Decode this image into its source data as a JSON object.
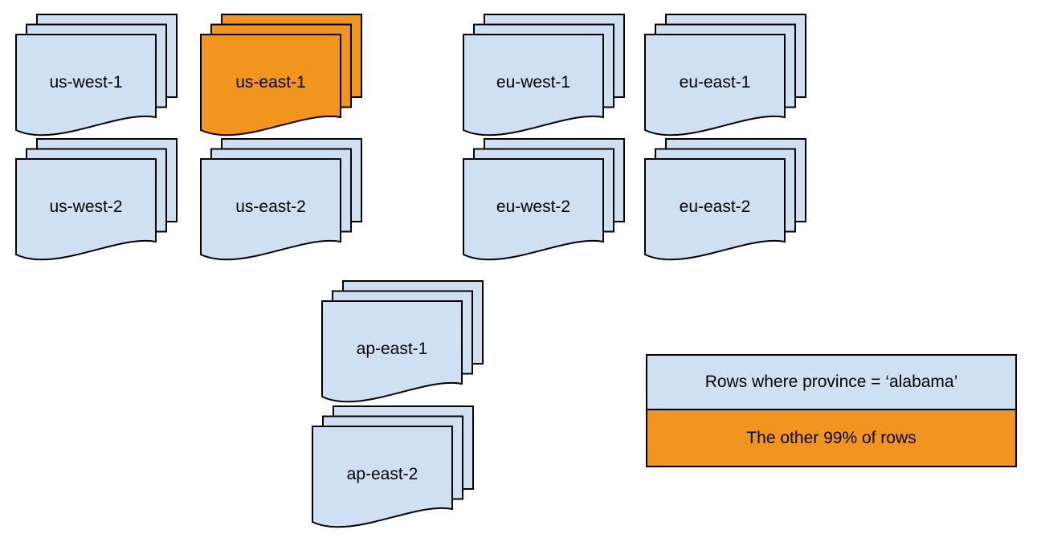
{
  "colors": {
    "doc_blue": "#CFE0F3",
    "doc_orange": "#F1951E",
    "stroke": "#000000",
    "text": "#000000",
    "background": "#FFFFFF"
  },
  "stacks": [
    {
      "label": "us-west-1",
      "color": "blue"
    },
    {
      "label": "us-east-1",
      "color": "orange"
    },
    {
      "label": "eu-west-1",
      "color": "blue"
    },
    {
      "label": "eu-east-1",
      "color": "blue"
    },
    {
      "label": "us-west-2",
      "color": "blue"
    },
    {
      "label": "us-east-2",
      "color": "blue"
    },
    {
      "label": "eu-west-2",
      "color": "blue"
    },
    {
      "label": "eu-east-2",
      "color": "blue"
    },
    {
      "label": "ap-east-1",
      "color": "blue"
    },
    {
      "label": "ap-east-2",
      "color": "blue"
    }
  ],
  "legend": {
    "rows": [
      {
        "text": "Rows where province = ‘alabama’",
        "color": "blue"
      },
      {
        "text": "The other 99% of rows",
        "color": "orange"
      }
    ]
  }
}
